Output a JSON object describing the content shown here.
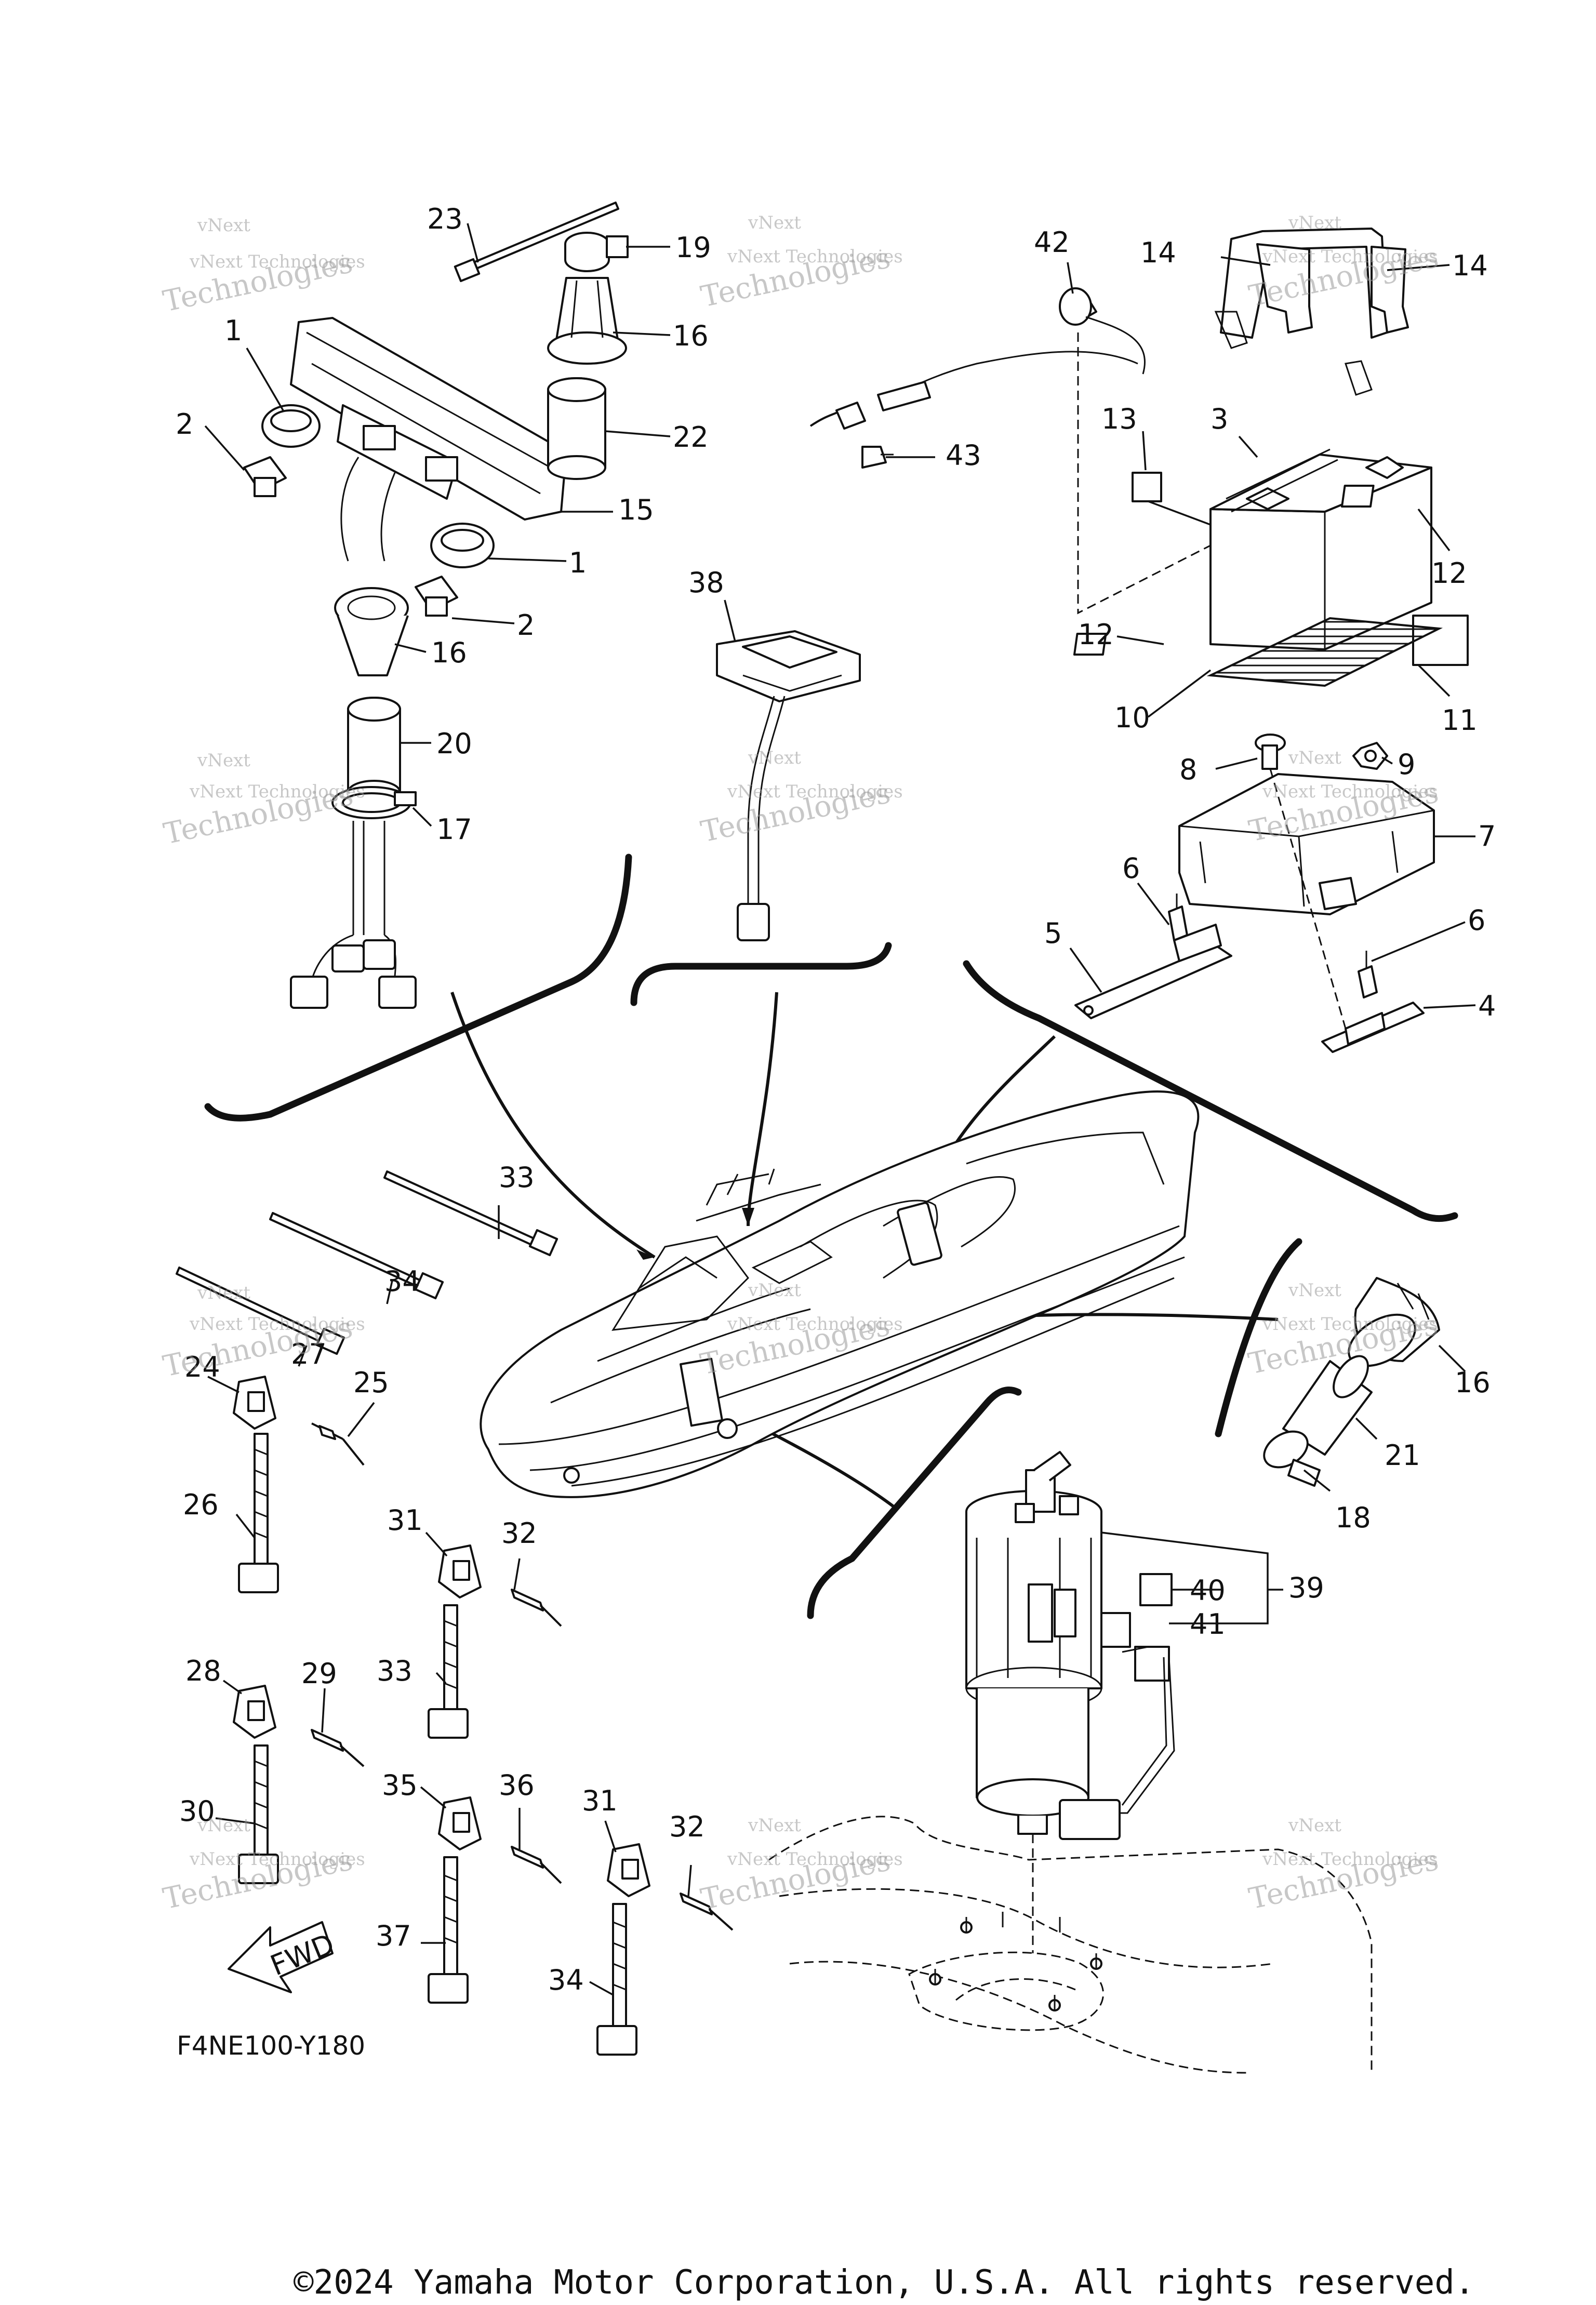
{
  "callouts": {
    "c1a": "1",
    "c1b": "1",
    "c2a": "2",
    "c2b": "2",
    "c3": "3",
    "c4": "4",
    "c5": "5",
    "c6a": "6",
    "c6b": "6",
    "c7": "7",
    "c8": "8",
    "c9": "9",
    "c10": "10",
    "c11": "11",
    "c12a": "12",
    "c12b": "12",
    "c13": "13",
    "c14a": "14",
    "c14b": "14",
    "c15": "15",
    "c16a": "16",
    "c16b": "16",
    "c16c": "16",
    "c17": "17",
    "c18": "18",
    "c19": "19",
    "c20": "20",
    "c21": "21",
    "c22": "22",
    "c23": "23",
    "c24": "24",
    "c25": "25",
    "c26": "26",
    "c27": "27",
    "c28": "28",
    "c29": "29",
    "c30": "30",
    "c31a": "31",
    "c31b": "31",
    "c32a": "32",
    "c32b": "32",
    "c33a": "33",
    "c33b": "33",
    "c34a": "34",
    "c34b": "34",
    "c35": "35",
    "c36": "36",
    "c37": "37",
    "c38": "38",
    "c39": "39",
    "c40": "40",
    "c41": "41",
    "c42": "42",
    "c43": "43"
  },
  "fwd_label": "FWD",
  "diagram_code": "F4NE100-Y180",
  "copyright": "©2024 Yamaha Motor Corporation, U.S.A. All rights reserved.",
  "watermark": {
    "line1": "vNext Technologies",
    "line2": "Technologies",
    "line3": "vNext"
  }
}
